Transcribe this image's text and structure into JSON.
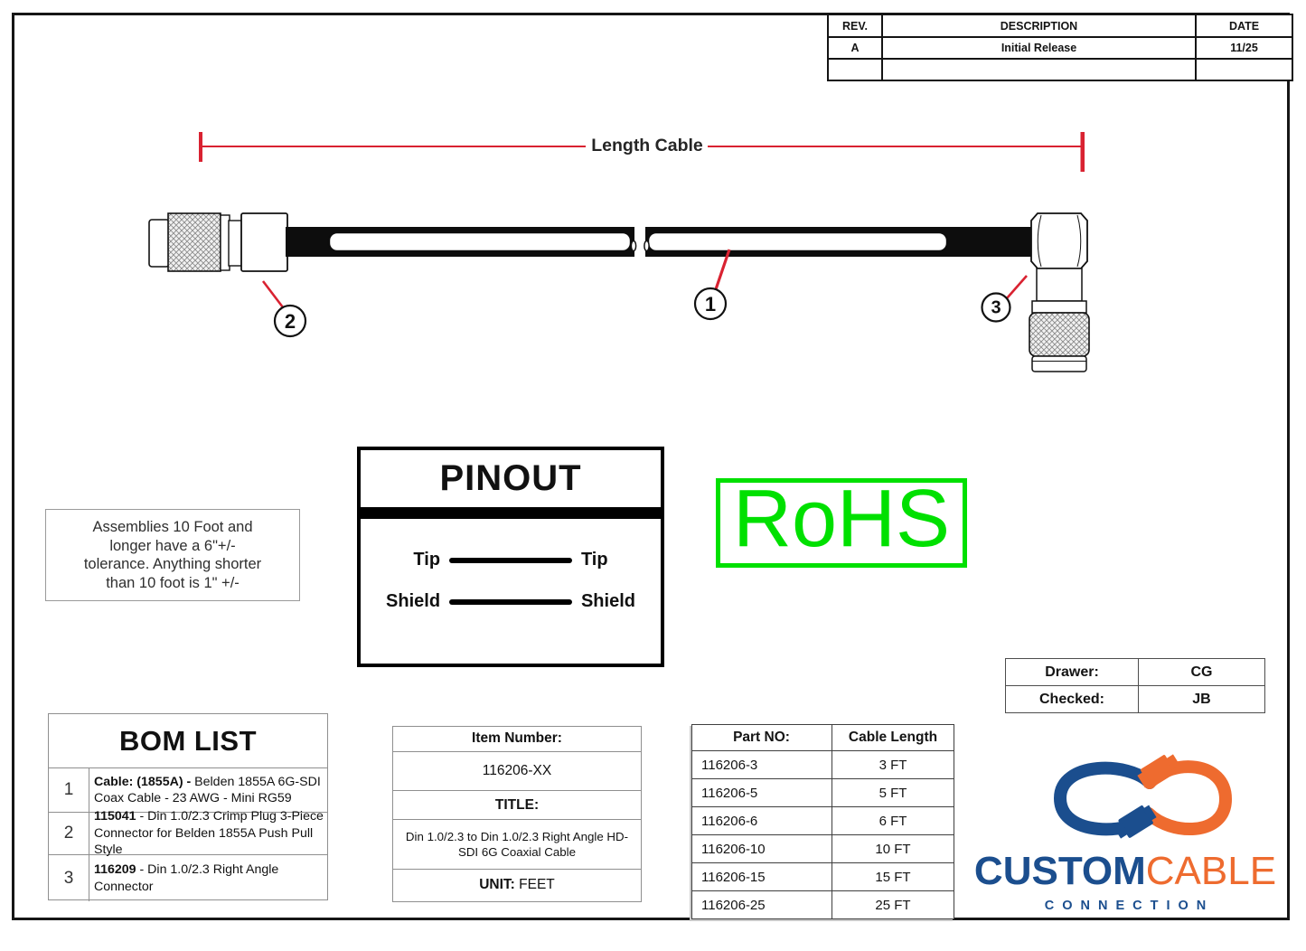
{
  "revision_table": {
    "headers": [
      "REV.",
      "DESCRIPTION",
      "DATE"
    ],
    "rows": [
      {
        "rev": "A",
        "description": "Initial Release",
        "date": "11/25"
      },
      {
        "rev": "",
        "description": "",
        "date": ""
      }
    ]
  },
  "diagram": {
    "length_label": "Length Cable",
    "callouts": [
      "1",
      "2",
      "3"
    ]
  },
  "pinout": {
    "title": "PINOUT",
    "rows": [
      {
        "left": "Tip",
        "right": "Tip"
      },
      {
        "left": "Shield",
        "right": "Shield"
      }
    ]
  },
  "rohs_label": "RoHS",
  "tolerance_note": "Assemblies 10 Foot and\nlonger have a 6\"+/-\ntolerance. Anything shorter\nthan 10 foot is 1\" +/-",
  "approval": {
    "rows": [
      {
        "label": "Drawer:",
        "value": "CG"
      },
      {
        "label": "Checked:",
        "value": "JB"
      }
    ]
  },
  "bom": {
    "title": "BOM LIST",
    "items": [
      {
        "num": "1",
        "bold": "Cable: (1855A) - ",
        "rest": "Belden 1855A 6G-SDI Coax Cable - 23 AWG - Mini RG59"
      },
      {
        "num": "2",
        "bold": "115041",
        "rest": " - Din 1.0/2.3 Crimp Plug 3-Piece Connector for Belden 1855A Push Pull Style"
      },
      {
        "num": "3",
        "bold": "116209",
        "rest": " - Din 1.0/2.3 Right Angle Connector"
      }
    ]
  },
  "item_info": {
    "item_number_label": "Item Number:",
    "item_number": "116206-XX",
    "title_label": "TITLE:",
    "title": "Din 1.0/2.3 to Din 1.0/2.3 Right Angle HD-SDI 6G Coaxial Cable",
    "unit_label": "UNIT:",
    "unit_value": " FEET"
  },
  "part_table": {
    "headers": [
      "Part NO:",
      "Cable Length"
    ],
    "rows": [
      [
        "116206-3",
        "3 FT"
      ],
      [
        "116206-5",
        "5 FT"
      ],
      [
        "116206-6",
        "6 FT"
      ],
      [
        "116206-10",
        "10 FT"
      ],
      [
        "116206-15",
        "15 FT"
      ],
      [
        "116206-25",
        "25 FT"
      ]
    ]
  },
  "logo": {
    "custom": "CUSTOM",
    "cable": "CABLE",
    "connection": "CONNECTION"
  },
  "colors": {
    "accent_red": "#d92231",
    "rohs_green": "#00e000",
    "logo_blue": "#1b4e8e",
    "logo_orange": "#ee6b2f"
  }
}
